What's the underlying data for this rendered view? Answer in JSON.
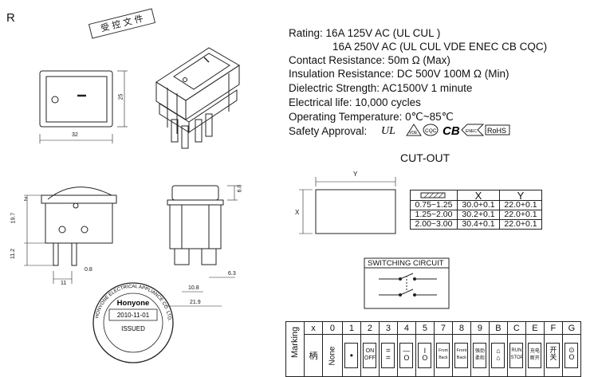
{
  "corner_letter": "R",
  "stamp_text": "受 控 文 件",
  "specs": {
    "rating_label": "Rating:",
    "rating_1": "16A 125V AC (UL  CUL  )",
    "rating_2": "16A 250V AC (UL  CUL  VDE ENEC CB CQC)",
    "contact_resistance": "Contact Resistance: 50m Ω (Max)",
    "insulation_resistance": "Insulation Resistance: DC 500V 100M Ω  (Min)",
    "dielectric_strength": "Dielectric Strength: AC1500V 1 minute",
    "electrical_life": "Electrical life: 10,000 cycles",
    "operating_temperature": "Operating Temperature: 0℃~85℃",
    "safety_approval_label": "Safety Approval:",
    "approval_marks": [
      "UL",
      "VDE",
      "CQC",
      "CB",
      "ENEC",
      "RoHS"
    ]
  },
  "dimensions": {
    "front_width": "32",
    "front_height": "25",
    "side_h1": "19.7",
    "side_h2": "11.2",
    "side_w1": "11",
    "side_w2": "0.8",
    "side_top": "2",
    "end_top": "6.8",
    "end_w1": "10.8",
    "end_w2": "6.3",
    "end_w3": "21.9",
    "cutout_x": "X",
    "cutout_y": "Y"
  },
  "cutout": {
    "title": "CUT-OUT",
    "headers": [
      "",
      "X",
      "Y"
    ],
    "rows": [
      [
        "0.75~1.25",
        "30.0+0.1",
        "22.0+0.1"
      ],
      [
        "1.25~2.00",
        "30.2+0.1",
        "22.0+0.1"
      ],
      [
        "2.00~3.00",
        "30.4+0.1",
        "22.0+0.1"
      ]
    ]
  },
  "switching_circuit": {
    "title": "SWITCHING CIRCUIT"
  },
  "seal": {
    "company": "Honyone",
    "date": "2010-11-01",
    "status": "ISSUED",
    "ring_text": "HONYONE ELECTRICAL APPLIANCE CO. LTD."
  },
  "marking": {
    "label": "Marking",
    "codes": [
      "x",
      "0",
      "1",
      "2",
      "3",
      "4",
      "5",
      "7",
      "8",
      "9",
      "B",
      "C",
      "E",
      "F",
      "G"
    ],
    "symbols": [
      "柄",
      "None",
      "•",
      "ON|OFF",
      "=|=",
      "—|O",
      "I|O",
      "Front|Back",
      "Front|Back",
      "强劲|柔和",
      "⌂|⌂",
      "RUN|STOP",
      "充电|断开",
      "开|关",
      "⊙|O"
    ]
  }
}
